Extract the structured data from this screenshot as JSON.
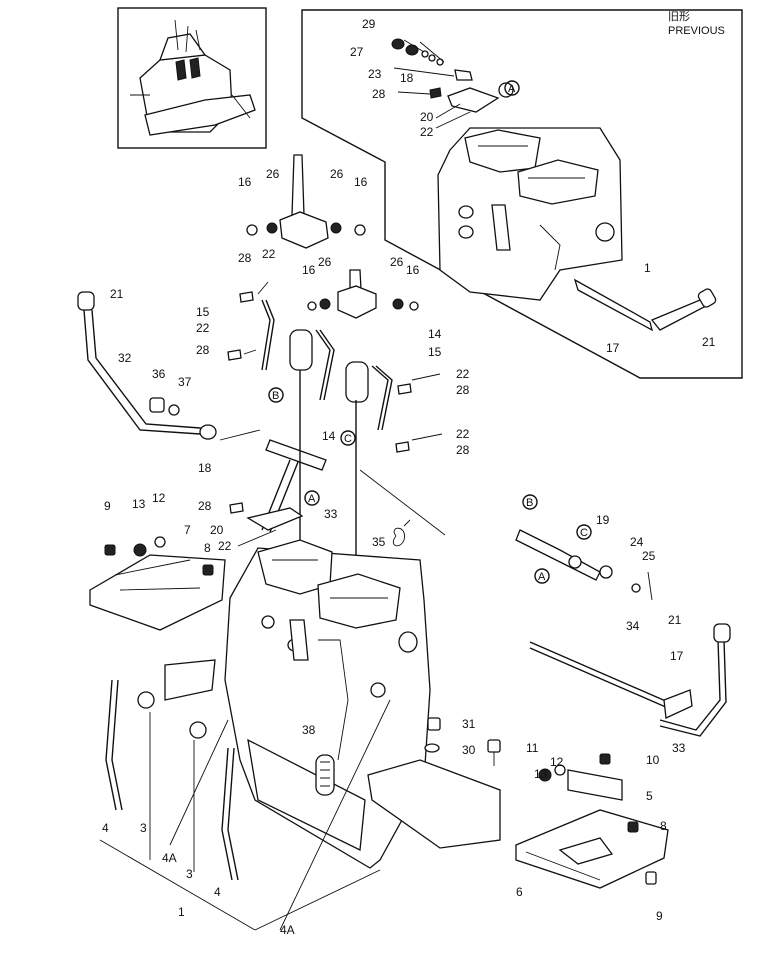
{
  "corner_labels": {
    "line1": "旧形",
    "line2": "PREVIOUS"
  },
  "callouts": [
    "A",
    "B",
    "C"
  ],
  "part_labels": [
    "29",
    "27",
    "23",
    "18",
    "28",
    "20",
    "22",
    "1",
    "17",
    "21",
    "16",
    "26",
    "26",
    "16",
    "28",
    "22",
    "16",
    "26",
    "26",
    "16",
    "15",
    "22",
    "28",
    "14",
    "15",
    "22",
    "28",
    "14",
    "22",
    "28",
    "21",
    "32",
    "36",
    "37",
    "18",
    "28",
    "33",
    "35",
    "20",
    "22",
    "9",
    "13",
    "12",
    "7",
    "8",
    "19",
    "24",
    "25",
    "34",
    "21",
    "17",
    "33",
    "31",
    "30",
    "11",
    "38",
    "10",
    "12",
    "13",
    "5",
    "8",
    "6",
    "9",
    "4",
    "3",
    "4A",
    "3",
    "4",
    "1",
    "4A"
  ]
}
